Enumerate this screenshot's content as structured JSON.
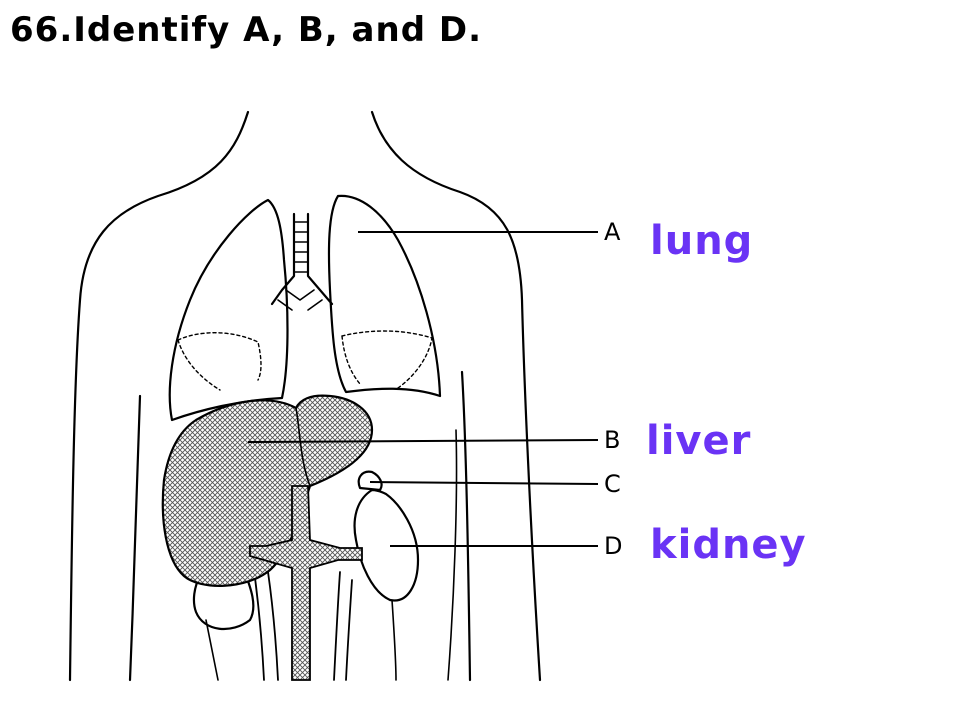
{
  "title": "66.Identify A, B, and D.",
  "labels": {
    "a": "A",
    "b": "B",
    "c": "C",
    "d": "D"
  },
  "answers": {
    "a": "lung",
    "b": "liver",
    "d": "kidney"
  },
  "colors": {
    "answer": "#6a33f5",
    "line": "#000000",
    "organ_fill": "#b0b0b0"
  }
}
